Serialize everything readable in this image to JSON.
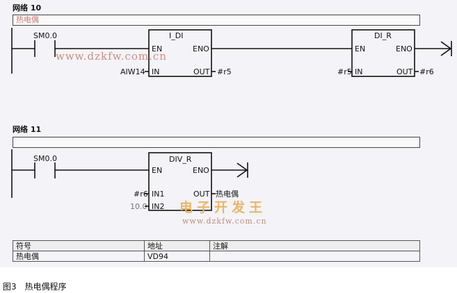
{
  "networks": [
    {
      "title": "网络 10",
      "comment": "热电偶",
      "contact": "SM0.0",
      "boxes": [
        {
          "name": "I_DI",
          "en": "EN",
          "eno": "ENO",
          "in1_label": "IN",
          "out_label": "OUT",
          "in1_value": "AIW14",
          "out_value": "#r5"
        },
        {
          "name": "DI_R",
          "en": "EN",
          "eno": "ENO",
          "in1_label": "IN",
          "out_label": "OUT",
          "in1_value": "#r5",
          "out_value": "#r6"
        }
      ]
    },
    {
      "title": "网络 11",
      "comment": "",
      "contact": "SM0.0",
      "boxes": [
        {
          "name": "DIV_R",
          "en": "EN",
          "eno": "ENO",
          "in1_label": "IN1",
          "in2_label": "IN2",
          "out_label": "OUT",
          "in1_value": "#r6",
          "in2_value": "10.0",
          "out_value": "热电偶"
        }
      ]
    }
  ],
  "symbol_table": {
    "headers": [
      "符号",
      "地址",
      "注解"
    ],
    "rows": [
      [
        "热电偶",
        "VD94",
        ""
      ]
    ]
  },
  "watermarks": {
    "url_top": "www.dzkfw.com.cn",
    "logo": "电子开发王",
    "url_bottom": "www.dzkfw.com.cn"
  },
  "caption": {
    "figure": "图3",
    "title": "热电偶程序"
  },
  "colors": {
    "background": "#f4f3f7",
    "line": "#111111",
    "watermark_url": "#c88f80",
    "watermark_logo": "#e8b66a"
  }
}
